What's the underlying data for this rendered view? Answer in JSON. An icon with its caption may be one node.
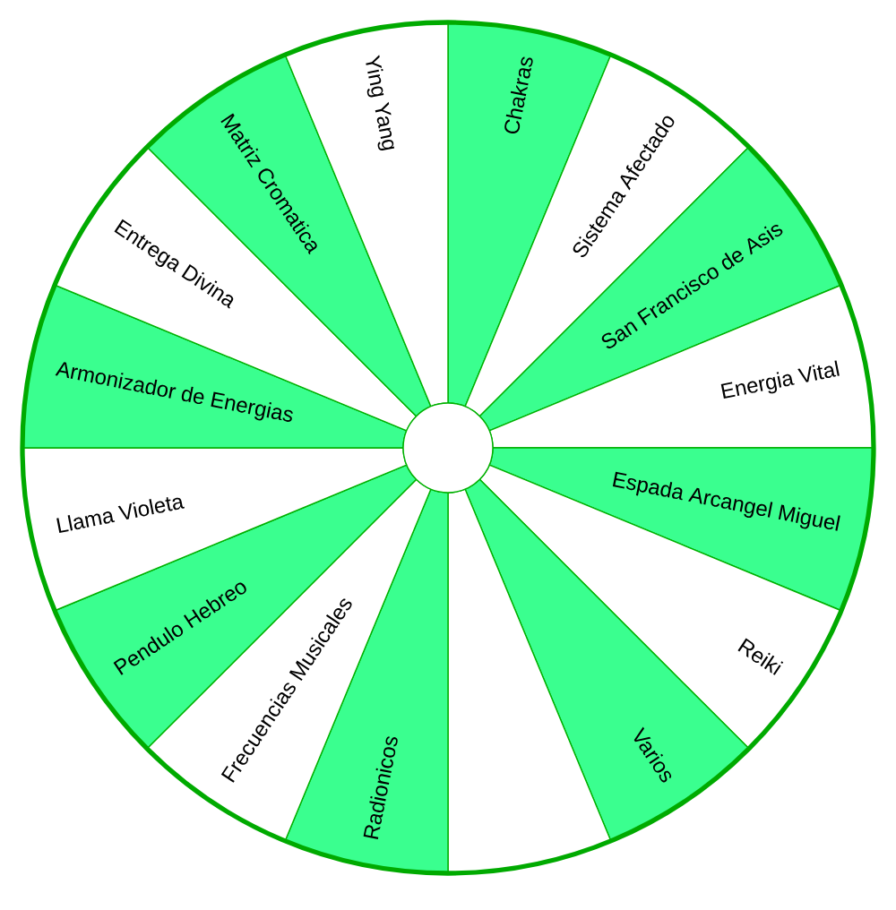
{
  "diagram": {
    "nodes": [
      {
        "text": [
          "Chakras"
        ]
      },
      {
        "text": [
          "Sistema Afectado"
        ]
      },
      {
        "text": [
          "San Francisco de Asis"
        ]
      },
      {
        "text": [
          "Energia Vital"
        ]
      },
      {
        "text": [
          "Espada Arcangel Miguel"
        ]
      },
      {
        "text": [
          "Reiki"
        ]
      },
      {
        "text": [
          "Varios"
        ]
      },
      {
        "text": [],
        "shape": "sector"
      },
      {
        "text": [
          "Radionicos"
        ]
      },
      {
        "text": [
          "Frecuencias Musicales"
        ]
      },
      {
        "text": [
          "Pendulo Hebreo"
        ]
      },
      {
        "text": [
          "Llama Violeta"
        ]
      },
      {
        "text": [
          "Armonizador de Energias"
        ]
      },
      {
        "text": [
          "Entrega Divina"
        ]
      },
      {
        "text": [
          "Matriz Cromatica"
        ]
      },
      {
        "text": [
          "Ying Yang"
        ]
      },
      {
        "text": [],
        "shape": "circle"
      }
    ]
  }
}
